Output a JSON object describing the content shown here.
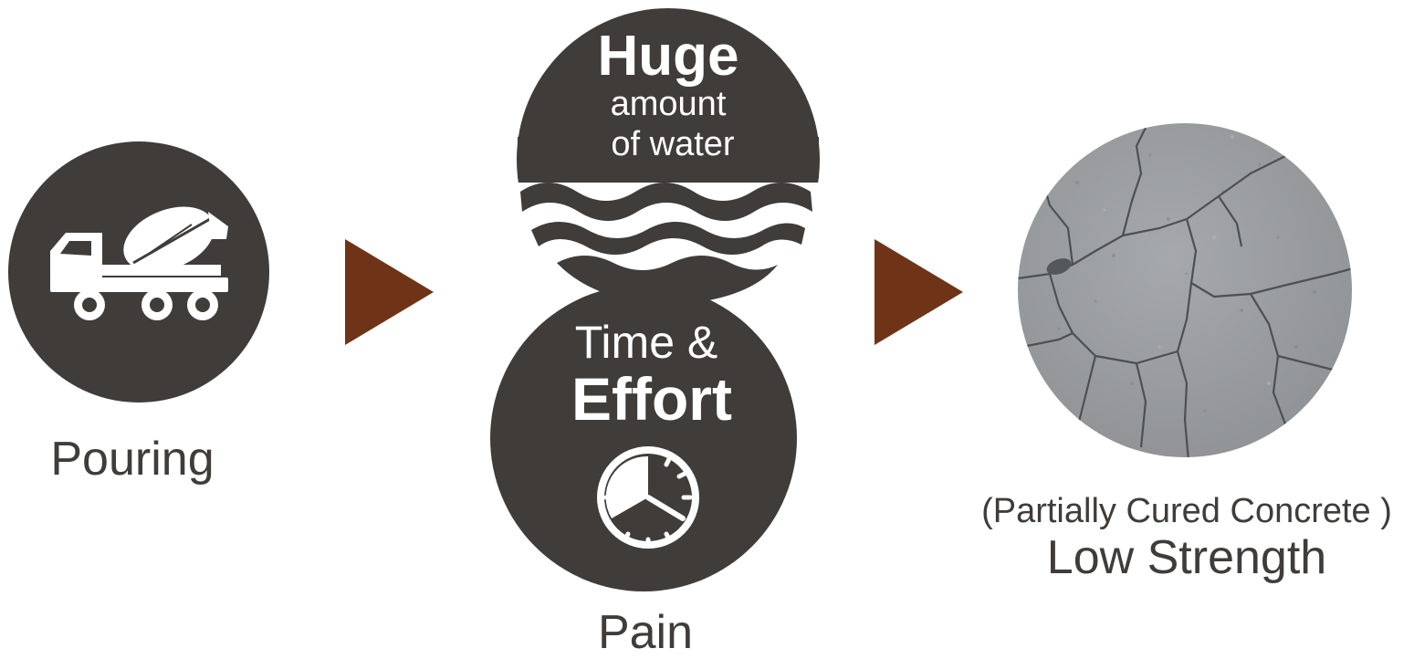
{
  "colors": {
    "circle": "#3f3c3a",
    "arrow": "#6f3418",
    "concrete": "#9ea1a3",
    "crack": "#5c5f62",
    "text": "#3f3c3a",
    "white": "#ffffff"
  },
  "steps": {
    "pouring": {
      "label": "Pouring",
      "icon": "concrete-mixer-truck-icon"
    },
    "pain": {
      "label": "Pain",
      "water": {
        "line1": "Huge",
        "line2": "amount",
        "line3": "of water",
        "icon": "water-waves-icon"
      },
      "effort": {
        "line1": "Time &",
        "line2": "Effort",
        "icon": "clock-icon"
      }
    },
    "result": {
      "sub_label": "(Partially Cured Concrete )",
      "label": "Low Strength",
      "icon": "cracked-concrete-image"
    }
  },
  "arrows": [
    "arrow-right-icon",
    "arrow-right-icon"
  ]
}
